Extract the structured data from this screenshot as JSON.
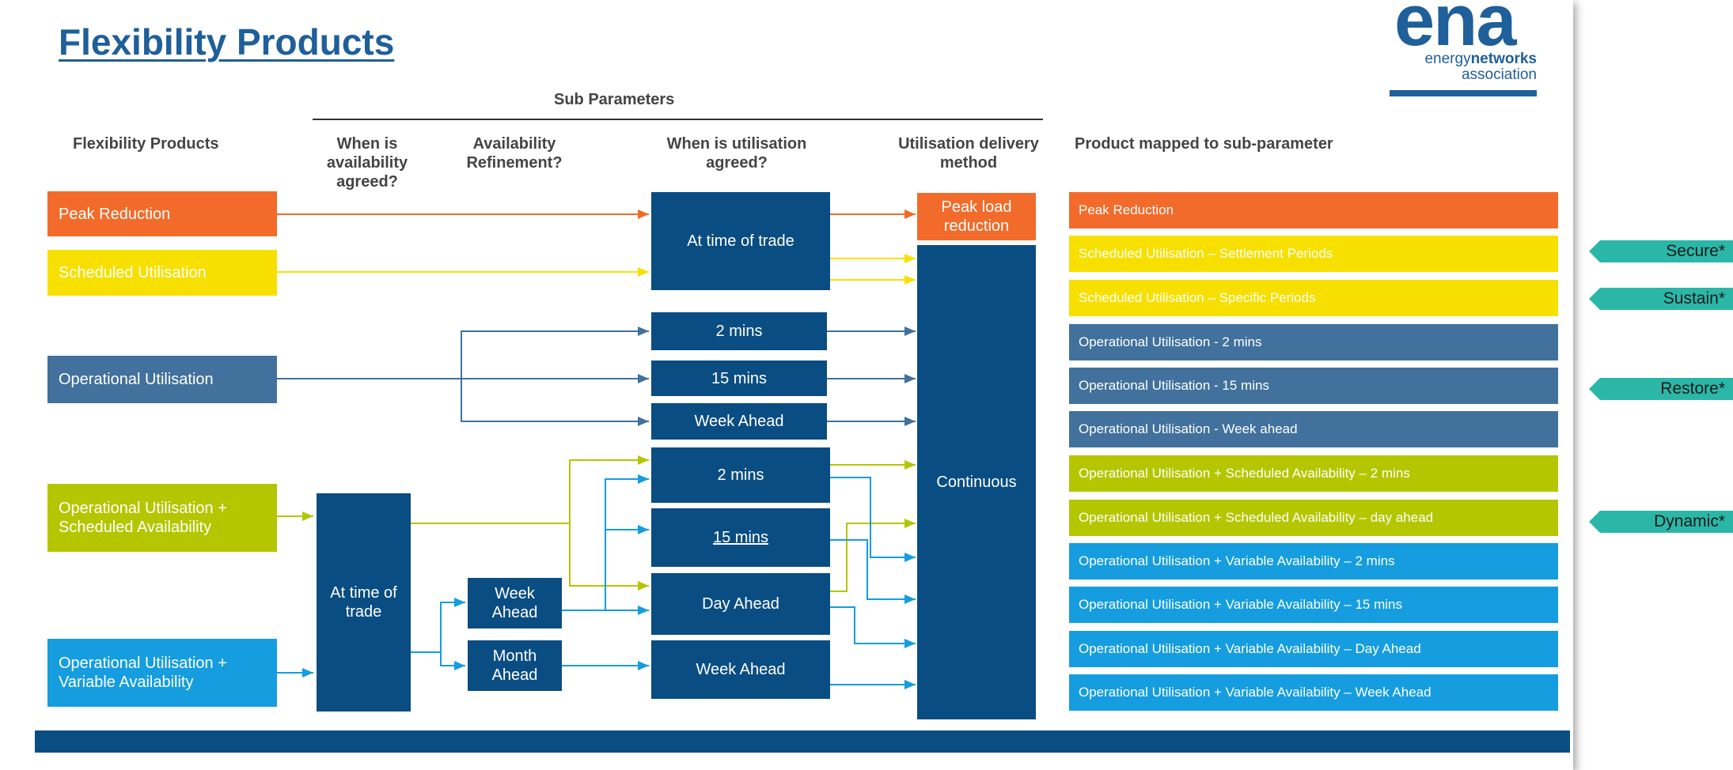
{
  "title": "Flexibility Products",
  "logo": {
    "mark": "ena",
    "line1_a": "energy",
    "line1_b": "networks",
    "line2": "association"
  },
  "headers": {
    "sub_parameters": "Sub Parameters",
    "flex_products": "Flexibility Products",
    "when_availability": "When is availability agreed?",
    "availability_refinement": "Availability Refinement?",
    "when_utilisation": "When is utilisation agreed?",
    "delivery_method": "Utilisation delivery method",
    "mapped": "Product mapped to sub-parameter"
  },
  "products": [
    {
      "label": "Peak Reduction",
      "color": "#f26b2a"
    },
    {
      "label": "Scheduled Utilisation",
      "color": "#f7e000"
    },
    {
      "label": "Operational Utilisation",
      "color": "#41719c"
    },
    {
      "label": "Operational Utilisation + Scheduled Availability",
      "color": "#b4c600"
    },
    {
      "label": "Operational Utilisation + Variable Availability",
      "color": "#159de0"
    }
  ],
  "availability": {
    "at_time_of_trade": "At time of trade"
  },
  "refinement": {
    "week_ahead": "Week Ahead",
    "month_ahead": "Month Ahead"
  },
  "utilisation": {
    "at_time_of_trade": "At time of trade",
    "op_2": "2 mins",
    "op_15": "15 mins",
    "op_week": "Week Ahead",
    "sa_2": "2 mins",
    "sa_15": "15 mins",
    "day_ahead": "Day Ahead",
    "week_ahead": "Week Ahead"
  },
  "delivery": {
    "peak": "Peak load reduction",
    "continuous": "Continuous"
  },
  "mapped": [
    {
      "label": "Peak Reduction",
      "color": "#f26b2a"
    },
    {
      "label": "Scheduled Utilisation – Settlement Periods",
      "color": "#f7e000"
    },
    {
      "label": "Scheduled Utilisation – Specific Periods",
      "color": "#f7e000"
    },
    {
      "label": "Operational Utilisation  - 2 mins",
      "color": "#41719c"
    },
    {
      "label": "Operational Utilisation  - 15 mins",
      "color": "#41719c"
    },
    {
      "label": "Operational Utilisation  - Week ahead",
      "color": "#41719c"
    },
    {
      "label": "Operational Utilisation + Scheduled Availability – 2 mins",
      "color": "#b4c600"
    },
    {
      "label": "Operational Utilisation + Scheduled Availability – day ahead",
      "color": "#b4c600"
    },
    {
      "label": "Operational Utilisation + Variable Availability – 2 mins",
      "color": "#159de0"
    },
    {
      "label": "Operational Utilisation + Variable Availability – 15 mins",
      "color": "#159de0"
    },
    {
      "label": "Operational Utilisation + Variable Availability – Day Ahead",
      "color": "#159de0"
    },
    {
      "label": "Operational Utilisation + Variable Availability – Week Ahead",
      "color": "#159de0"
    }
  ],
  "tags": [
    "Secure*",
    "Sustain*",
    "Restore*",
    "Dynamic*"
  ]
}
